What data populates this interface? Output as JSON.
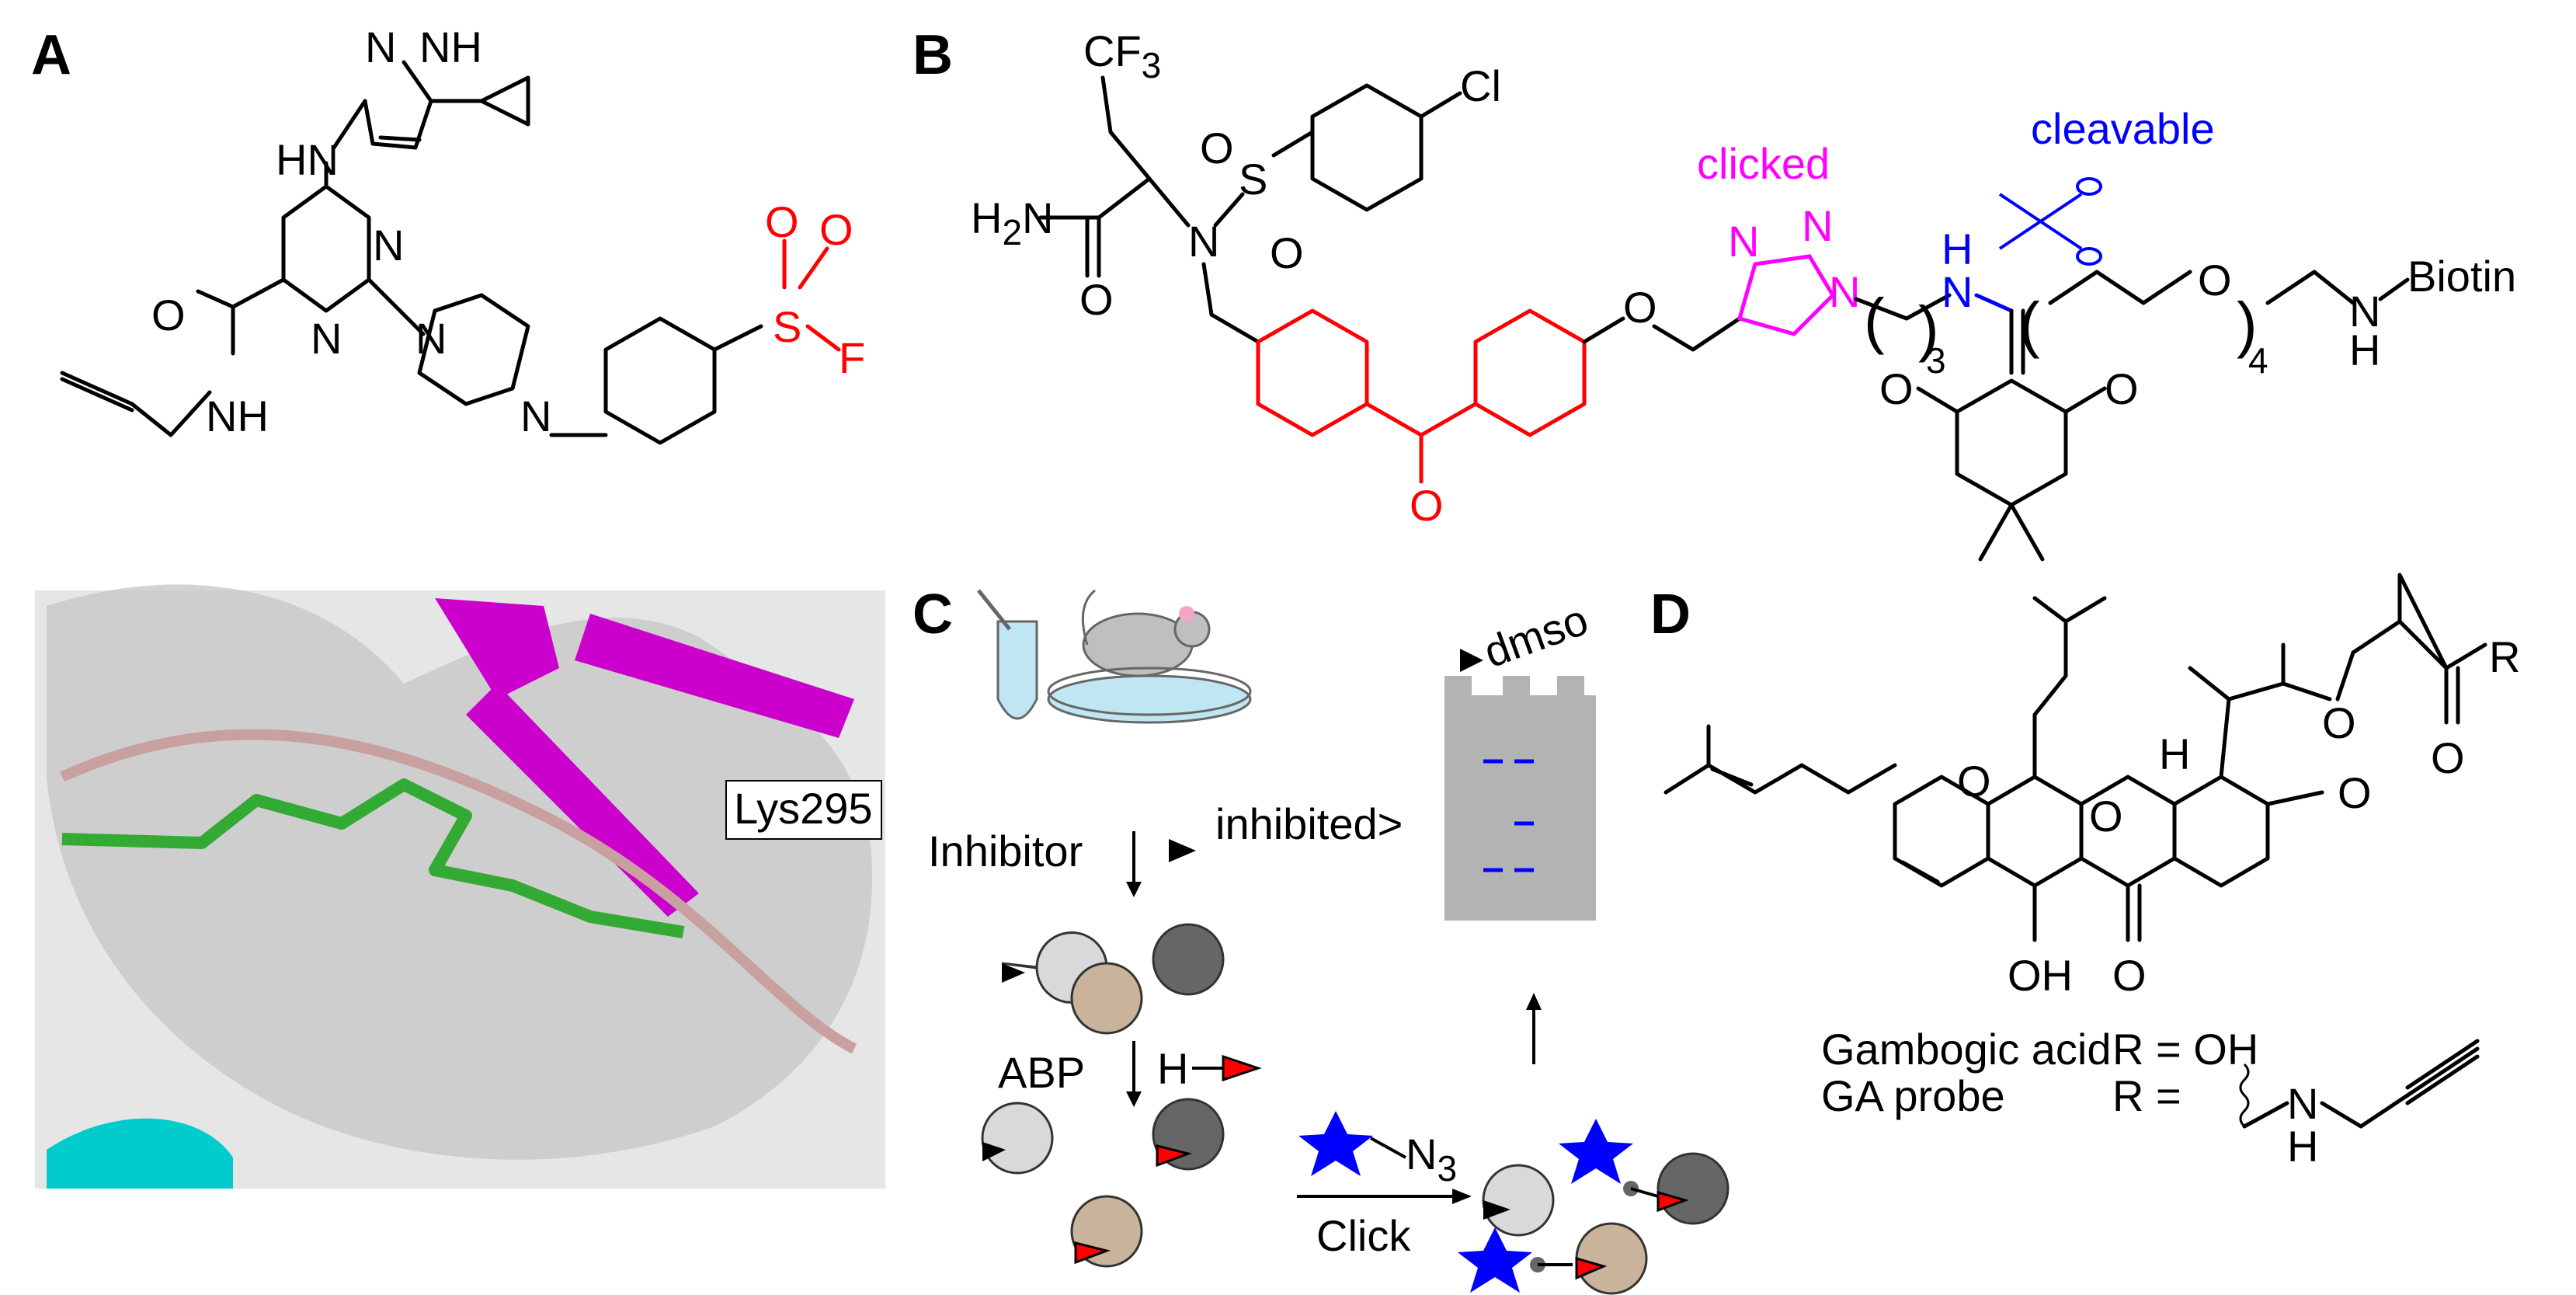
{
  "panels": {
    "a": {
      "letter": "A",
      "atoms": {
        "n_pyrazole": "N",
        "nh_pyrazole": "NH",
        "hn_link": "HN",
        "n_pyr1": "N",
        "n_pyr2": "N",
        "o_amide": "O",
        "nh_amide": "NH",
        "n_pip1": "N",
        "n_pip2": "N",
        "o1": "O",
        "o2": "O",
        "s": "S",
        "f": "F"
      },
      "residue_label": "Lys295"
    },
    "b": {
      "letter": "B",
      "atoms": {
        "cf3": "CF",
        "cf3_sub": "3",
        "h2n": "H",
        "h2n_sub": "2",
        "h2n_n": "N",
        "o_amide": "O",
        "n_sulfonamide": "N",
        "s": "S",
        "o_s1": "O",
        "o_s2": "O",
        "cl": "Cl",
        "o_ketone": "O",
        "o_ether": "O",
        "n_tri1": "N",
        "n_tri2": "N",
        "n_tri3": "N",
        "sub3": "3",
        "n_h": "N",
        "h_above": "H",
        "o_peg": "O",
        "sub4": "4",
        "nh_biotin_n": "N",
        "nh_biotin_h": "H",
        "biotin": "Biotin",
        "o_dione1": "O",
        "o_dione2": "O"
      },
      "clicked_label": "clicked",
      "cleavable_label": "cleavable"
    },
    "c": {
      "letter": "C",
      "dmso": "dmso",
      "inhibitor": "Inhibitor",
      "inhibited": "inhibited>",
      "abp": "ABP",
      "click": "Click",
      "n3": "N",
      "n3_sub": "3",
      "h_probe": "H"
    },
    "d": {
      "letter": "D",
      "atoms": {
        "o_chromene": "O",
        "o_xanthone": "O",
        "o_bridge": "O",
        "h_stereo": "H",
        "o_ketone_right": "O",
        "oh": "OH",
        "o_ketone_bottom": "O",
        "r": "R",
        "o_acid": "O"
      },
      "legend": [
        {
          "name": "Gambogic acid",
          "r": "R = OH"
        },
        {
          "name": "GA probe",
          "r": "R ="
        }
      ],
      "probe_nh": "N",
      "probe_h": "H"
    }
  },
  "colors": {
    "red": "#ff0000",
    "magenta": "#ff00ff",
    "blue": "#0000ff",
    "gel": "#b3b3b3",
    "protein_light": "#cccccc",
    "protein_tan": "#c9b49b",
    "protein_dark": "#666666",
    "ribbon_magenta": "#cc00cc",
    "helix_cyan": "#00cccc",
    "ligand_green": "#33aa33"
  }
}
